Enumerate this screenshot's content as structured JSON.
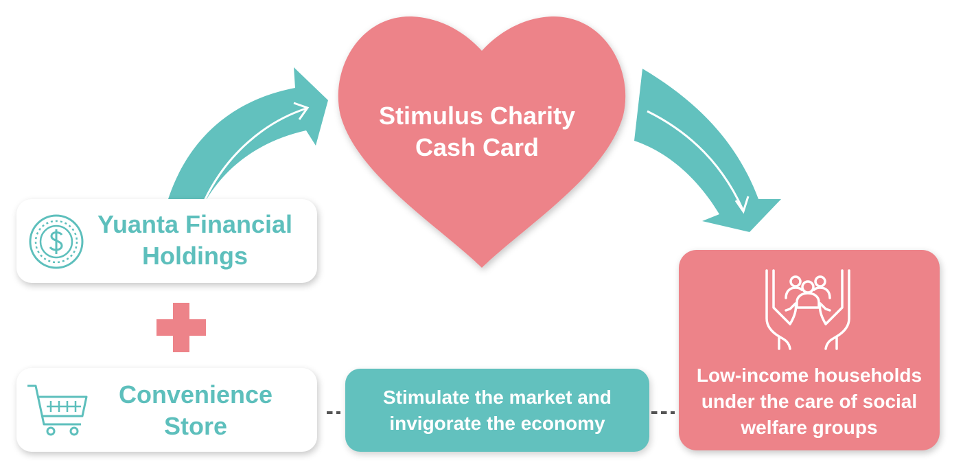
{
  "nodes": {
    "yuanta": {
      "line1": "Yuanta Financial",
      "line2": "Holdings",
      "icon": "dollar-coin-icon"
    },
    "store": {
      "line1": "Convenience",
      "line2": "Store",
      "icon": "shopping-cart-icon"
    },
    "card": {
      "line1": "Stimulus Charity",
      "line2": "Cash Card",
      "icon": "heart-shape"
    },
    "stimulate": {
      "line1": "Stimulate the market and",
      "line2": "invigorate the economy"
    },
    "households": {
      "line1": "Low-income households",
      "line2": "under the care of social",
      "line3": "welfare groups",
      "icon": "hands-people-icon"
    }
  },
  "connectors": {
    "plus_symbol": "plus-icon",
    "arrows": [
      "arrow-to-card",
      "arrow-to-households"
    ],
    "dashed_links": [
      "store-to-stimulate",
      "stimulate-to-households"
    ]
  },
  "colors": {
    "teal": "#62c1be",
    "pink": "#ed8389",
    "white": "#ffffff"
  }
}
